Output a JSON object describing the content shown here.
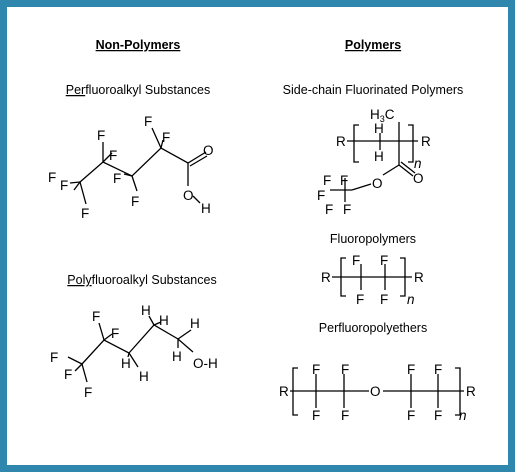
{
  "headers": {
    "non_polymers": "Non-Polymers",
    "polymers": "Polymers"
  },
  "captions": {
    "perfluoroalkyl_prefix": "Per",
    "perfluoroalkyl_rest": "fluoroalkyl  Substances",
    "polyfluoroalkyl_prefix": "Poly",
    "polyfluoroalkyl_rest": "fluoroalkyl  Substances",
    "side_chain": "Side-chain Fluorinated Polymers",
    "fluoropolymers": "Fluoropolymers",
    "perfluoropolyethers": "Perfluoropolyethers"
  },
  "atoms": {
    "F": "F",
    "O": "O",
    "H": "H",
    "R": "R",
    "n": "n",
    "ch3": "H",
    "ch3_sub": "3",
    "ch3_c": "C",
    "oh": "O-H"
  },
  "colors": {
    "border": "#2f87ad",
    "ink": "#000000",
    "background": "#ffffff"
  }
}
